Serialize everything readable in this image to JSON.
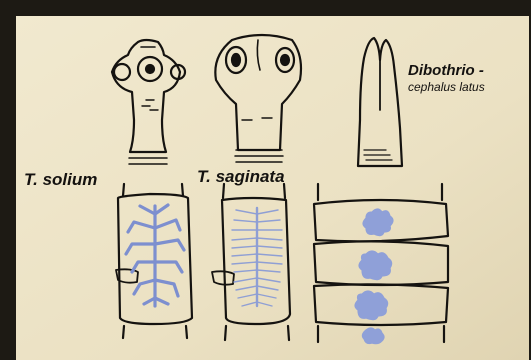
{
  "labels": {
    "t_solium": "T. solium",
    "t_saginata": "T. saginata",
    "dibothrio_line1": "Dibothrio -",
    "dibothrio_line2": "cephalus latus"
  },
  "colors": {
    "paper": "#ece3c6",
    "frame": "#1d1a14",
    "ink": "#151310",
    "uterus_blue": "#7d8fcf"
  }
}
